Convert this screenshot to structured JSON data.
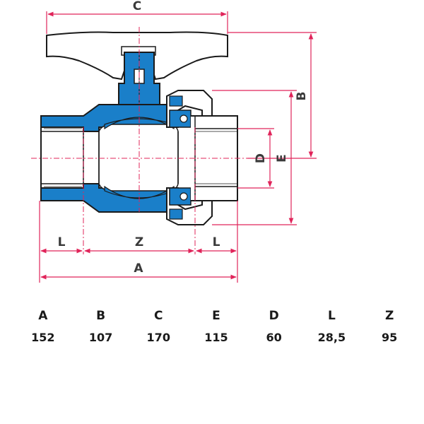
{
  "drawing_labels": {
    "C": "C",
    "B": "B",
    "D": "D",
    "E": "E",
    "L_left": "L",
    "Z": "Z",
    "L_right": "L",
    "A": "A"
  },
  "colors": {
    "dimension_line": "#e0245a",
    "body_blue": "#1a7fc9",
    "outline": "#1a1a1a",
    "centerline": "#e0245a"
  },
  "table": {
    "headers": [
      "A",
      "B",
      "C",
      "E",
      "D",
      "L",
      "Z"
    ],
    "values": [
      "152",
      "107",
      "170",
      "115",
      "60",
      "28,5",
      "95"
    ]
  }
}
